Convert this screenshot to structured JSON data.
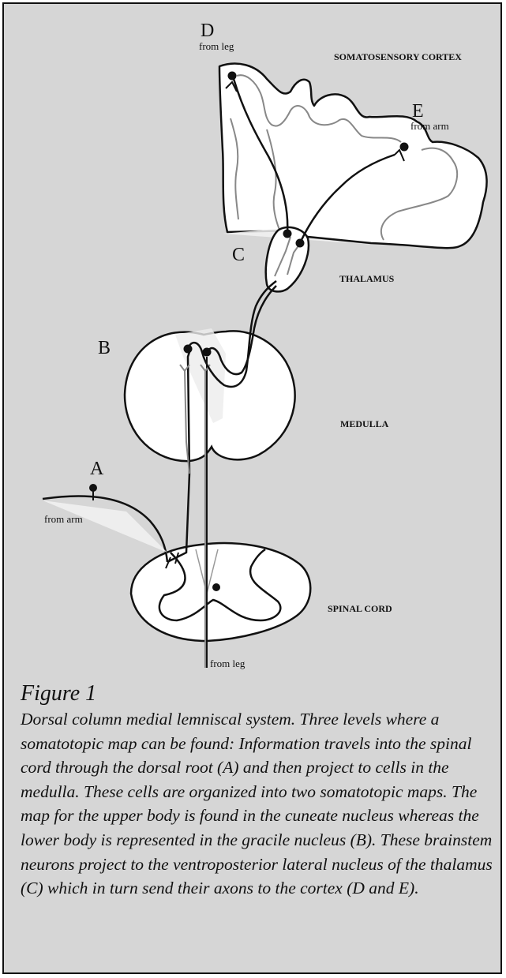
{
  "labels": {
    "D": "D",
    "D_sub": "from leg",
    "E": "E",
    "E_sub": "from arm",
    "C": "C",
    "B": "B",
    "A": "A",
    "from_arm": "from arm",
    "from_leg": "from leg"
  },
  "regions": {
    "cortex": "SOMATOSENSORY CORTEX",
    "thalamus": "THALAMUS",
    "medulla": "MEDULLA",
    "spinal_cord": "SPINAL CORD"
  },
  "caption": {
    "title": "Figure 1",
    "body": "Dorsal column medial lemniscal system. Three levels where a somatotopic map can be found: Information travels into the spinal cord through the dorsal root (A) and then project to cells in the medulla.  These cells are organized into two somatotopic maps. The map for the upper body is found in the cuneate nucleus whereas the lower body is represented in the gracile nucleus (B). These brainstem neurons project to the ventroposterior lateral nucleus of the thalamus (C) which in turn send their axons to the cortex (D and E)."
  }
}
